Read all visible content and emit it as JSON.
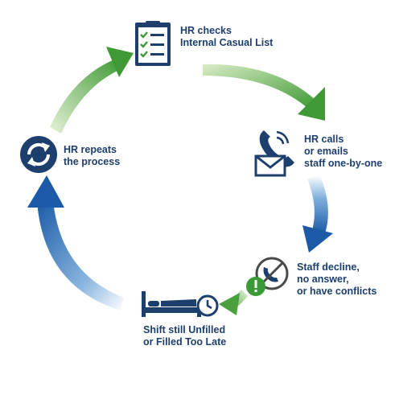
{
  "colors": {
    "navy": "#1d3f6e",
    "blue_arrow": "#1a5aa6",
    "green_arrow": "#3f9a35",
    "green_light": "#b9dc8f",
    "blue_light": "#bcd6ee",
    "alert_green": "#3a9a36"
  },
  "steps": [
    {
      "icon": "clipboard-checklist-icon",
      "lines": [
        "HR checks",
        "Internal Casual List"
      ]
    },
    {
      "icon": "phone-email-icon",
      "lines": [
        "HR calls",
        "or emails",
        "staff one-by-one"
      ]
    },
    {
      "icon": "declined-call-alert-icon",
      "lines": [
        "Staff decline,",
        "no answer,",
        "or have conflicts"
      ]
    },
    {
      "icon": "bed-clock-icon",
      "lines": [
        "Shift still Unfilled",
        "or Filled Too Late"
      ]
    },
    {
      "icon": "repeat-cycle-icon",
      "lines": [
        "HR repeats",
        "the process"
      ]
    }
  ],
  "arrows": [
    {
      "from": "repeat",
      "to": "checks",
      "color": "green"
    },
    {
      "from": "checks",
      "to": "calls",
      "color": "green"
    },
    {
      "from": "calls",
      "to": "decline",
      "color": "blue"
    },
    {
      "from": "decline",
      "to": "unfilled",
      "color": "green"
    },
    {
      "from": "unfilled",
      "to": "repeat",
      "color": "blue"
    }
  ]
}
